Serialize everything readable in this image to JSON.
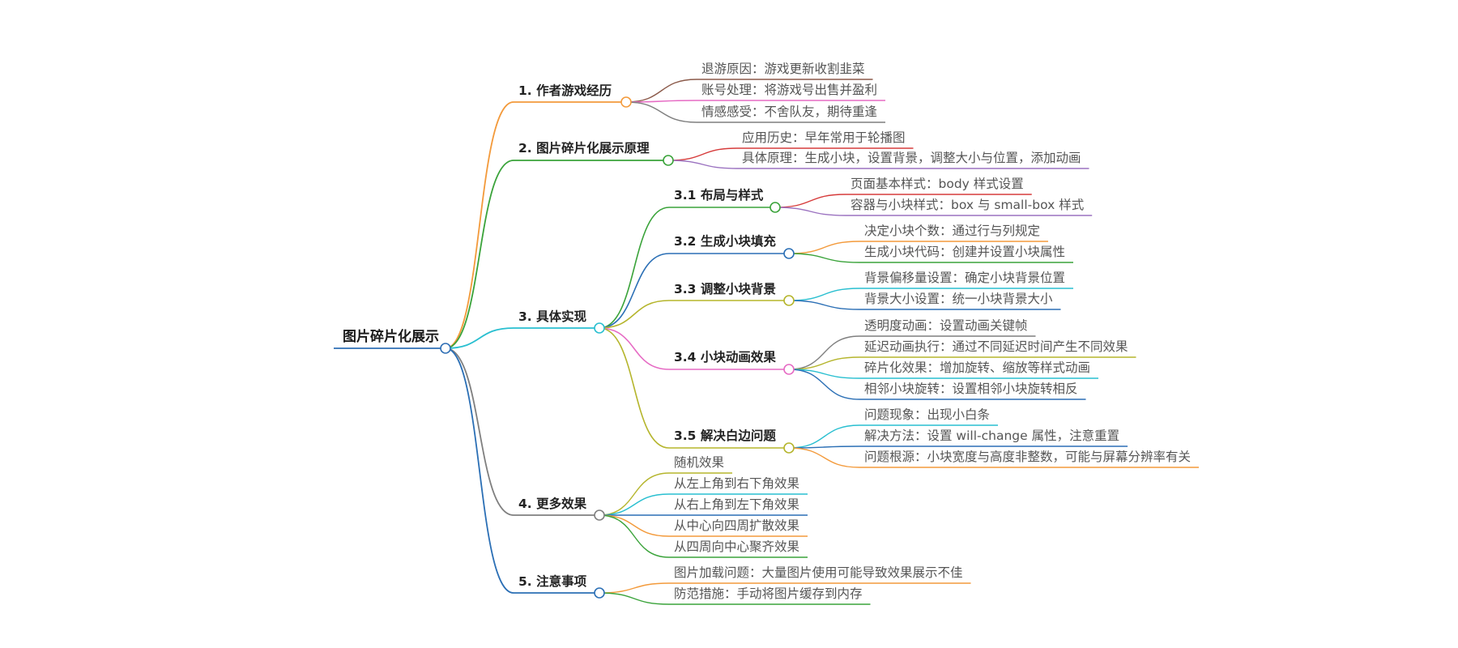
{
  "mindmap": {
    "root": {
      "label": "图片碎片化展示",
      "color": "#2f6fb5"
    },
    "branches": [
      {
        "id": "b1",
        "label": "1. 作者游戏经历",
        "color": "#f39a3b",
        "children": [
          {
            "label": "退游原因：游戏更新收割韭菜",
            "color": "#8b5a4a"
          },
          {
            "label": "账号处理：将游戏号出售并盈利",
            "color": "#e66bc4"
          },
          {
            "label": "情感感受：不舍队友，期待重逢",
            "color": "#7f7f7f"
          }
        ]
      },
      {
        "id": "b2",
        "label": "2. 图片碎片化展示原理",
        "color": "#3aa33a",
        "children": [
          {
            "label": "应用历史：早年常用于轮播图",
            "color": "#d63b3b"
          },
          {
            "label": "具体原理：生成小块，设置背景，调整大小与位置，添加动画",
            "color": "#9b72c0"
          }
        ]
      },
      {
        "id": "b3",
        "label": "3. 具体实现",
        "color": "#29bfd0",
        "children": [
          {
            "label": "3.1 布局与样式",
            "color": "#3aa33a",
            "children": [
              {
                "label": "页面基本样式：body 样式设置",
                "color": "#d63b3b"
              },
              {
                "label": "容器与小块样式：box 与 small-box 样式",
                "color": "#9b72c0"
              }
            ]
          },
          {
            "label": "3.2 生成小块填充",
            "color": "#2b6fb5",
            "children": [
              {
                "label": "决定小块个数：通过行与列规定",
                "color": "#f39a3b"
              },
              {
                "label": "生成小块代码：创建并设置小块属性",
                "color": "#3aa33a"
              }
            ]
          },
          {
            "label": "3.3 调整小块背景",
            "color": "#b5b52c",
            "children": [
              {
                "label": "背景偏移量设置：确定小块背景位置",
                "color": "#29bfd0"
              },
              {
                "label": "背景大小设置：统一小块背景大小",
                "color": "#2b6fb5"
              }
            ]
          },
          {
            "label": "3.4 小块动画效果",
            "color": "#e66bc4",
            "children": [
              {
                "label": "透明度动画：设置动画关键帧",
                "color": "#7f7f7f"
              },
              {
                "label": "延迟动画执行：通过不同延迟时间产生不同效果",
                "color": "#b5b52c"
              },
              {
                "label": "碎片化效果：增加旋转、缩放等样式动画",
                "color": "#29bfd0"
              },
              {
                "label": "相邻小块旋转：设置相邻小块旋转相反",
                "color": "#2b6fb5"
              }
            ]
          },
          {
            "label": "3.5 解决白边问题",
            "color": "#b5b52c",
            "children": [
              {
                "label": "问题现象：出现小白条",
                "color": "#29bfd0"
              },
              {
                "label": "解决方法：设置 will-change 属性，注意重置",
                "color": "#2b6fb5"
              },
              {
                "label": "问题根源：小块宽度与高度非整数，可能与屏幕分辨率有关",
                "color": "#f39a3b"
              }
            ]
          }
        ]
      },
      {
        "id": "b4",
        "label": "4. 更多效果",
        "color": "#7f7f7f",
        "children": [
          {
            "label": "随机效果",
            "color": "#b5b52c"
          },
          {
            "label": "从左上角到右下角效果",
            "color": "#29bfd0"
          },
          {
            "label": "从右上角到左下角效果",
            "color": "#2b6fb5"
          },
          {
            "label": "从中心向四周扩散效果",
            "color": "#f39a3b"
          },
          {
            "label": "从四周向中心聚齐效果",
            "color": "#3aa33a"
          }
        ]
      },
      {
        "id": "b5",
        "label": "5. 注意事项",
        "color": "#2b6fb5",
        "children": [
          {
            "label": "图片加载问题：大量图片使用可能导致效果展示不佳",
            "color": "#f39a3b"
          },
          {
            "label": "防范措施：手动将图片缓存到内存",
            "color": "#3aa33a"
          }
        ]
      }
    ]
  }
}
